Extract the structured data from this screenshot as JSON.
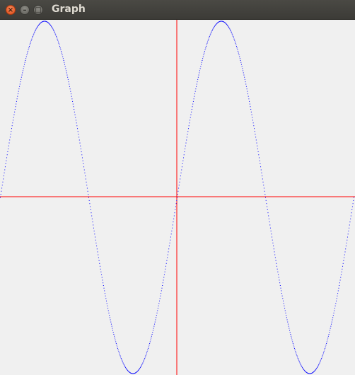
{
  "window": {
    "title": "Graph",
    "close_glyph": "×",
    "minimize_glyph": "–",
    "maximize_glyph": "□"
  },
  "colors": {
    "axes": "#ff0000",
    "curve": "#0000ff",
    "background": "#f0f0f0"
  },
  "icons": {
    "close": "close-icon",
    "minimize": "minimize-icon",
    "maximize": "maximize-icon"
  },
  "chart_data": {
    "type": "scatter",
    "function": "sin",
    "xlim": [
      -6.283,
      6.283
    ],
    "ylim": [
      -1,
      1
    ],
    "samples": 720,
    "series": [
      {
        "style": "dotted",
        "cycles": 2
      }
    ],
    "axes": {
      "x_axis_at": 0,
      "y_axis_at": 0
    },
    "title": "",
    "xlabel": "",
    "ylabel": ""
  }
}
